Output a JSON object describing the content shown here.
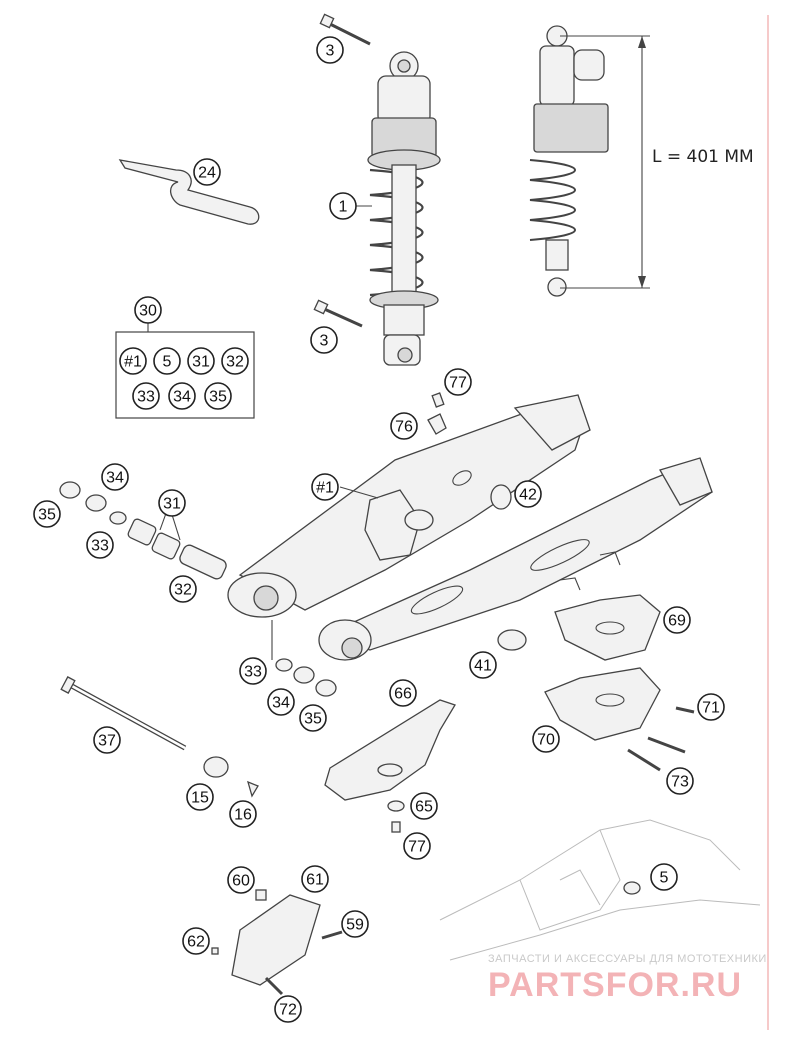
{
  "dimension": {
    "text": "L = 401 MM"
  },
  "callouts": [
    {
      "label": "3"
    },
    {
      "label": "1"
    },
    {
      "label": "24"
    },
    {
      "label": "3"
    },
    {
      "label": "30"
    },
    {
      "label": "#1"
    },
    {
      "label": "5"
    },
    {
      "label": "31"
    },
    {
      "label": "32"
    },
    {
      "label": "33"
    },
    {
      "label": "34"
    },
    {
      "label": "35"
    },
    {
      "label": "77"
    },
    {
      "label": "76"
    },
    {
      "label": "34"
    },
    {
      "label": "35"
    },
    {
      "label": "31"
    },
    {
      "label": "33"
    },
    {
      "label": "32"
    },
    {
      "label": "#1"
    },
    {
      "label": "42"
    },
    {
      "label": "69"
    },
    {
      "label": "41"
    },
    {
      "label": "33"
    },
    {
      "label": "34"
    },
    {
      "label": "35"
    },
    {
      "label": "66"
    },
    {
      "label": "71"
    },
    {
      "label": "70"
    },
    {
      "label": "73"
    },
    {
      "label": "37"
    },
    {
      "label": "15"
    },
    {
      "label": "16"
    },
    {
      "label": "65"
    },
    {
      "label": "77"
    },
    {
      "label": "5"
    },
    {
      "label": "60"
    },
    {
      "label": "61"
    },
    {
      "label": "59"
    },
    {
      "label": "62"
    },
    {
      "label": "72"
    }
  ],
  "watermark": {
    "caption": "ЗАПЧАСТИ И АКСЕССУАРЫ ДЛЯ МОТОТЕХНИКИ",
    "brand": "PARTSFOR.RU",
    "brand_color": "#f3b3b6"
  }
}
